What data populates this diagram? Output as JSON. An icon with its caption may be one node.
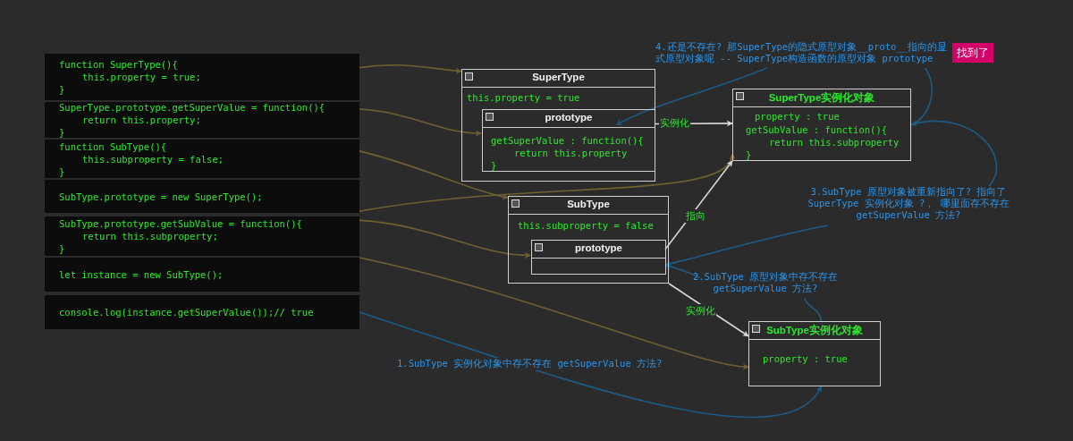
{
  "diagram": {
    "nodes": [
      {
        "text": [
          "function SuperType(){",
          "this.property = true;",
          "}"
        ]
      },
      {
        "text": [
          "SuperType.prototype.getSuperValue = function(){",
          "return this.property;",
          "}"
        ]
      },
      {
        "text": [
          "function SubType(){",
          "this.subproperty = false;",
          "}"
        ]
      },
      {
        "text": [
          "SubType.prototype = new SuperType();"
        ]
      },
      {
        "text": [
          "SubType.prototype.getSubValue = function(){",
          "return this.subproperty;",
          "}"
        ]
      },
      {
        "text": [
          "let instance = new SubType();"
        ]
      },
      {
        "text": [
          "console.log(instance.getSuperValue());// true"
        ]
      },
      {
        "text": [
          "SuperType",
          "this.property = true"
        ]
      },
      {
        "text": [
          "prototype",
          "getSuperValue : function(){",
          "return this.property",
          "}"
        ],
        "in": 7
      },
      {
        "text": [
          "SuperType实例化对象",
          "property : true",
          "getSubValue : function(){",
          "return this.subproperty",
          "}"
        ]
      },
      {
        "text": [
          "SubType",
          "this.subproperty = false"
        ]
      },
      {
        "text": [
          "prototype"
        ],
        "in": 10
      },
      {
        "text": [
          "SubType实例化对象",
          "property : true"
        ]
      },
      {
        "text": [
          "4.还是不存在?  那SuperType的隐式原型对象__proto__指向的显式原型对象呢 -- SuperType构造函数的原型对象 prototype"
        ]
      },
      {
        "text": [
          "找到了"
        ]
      },
      {
        "text": [
          "3.SubType 原型对象被重新指向了? 指向了 SuperType 实例化对象 ?， 哪里面存不存在 getSuperValue 方法?"
        ]
      },
      {
        "text": [
          "2.SubType 原型对象中存不存在 getSuperValue 方法?"
        ]
      }
    ],
    "edges": [
      {
        "from": 0,
        "to": 7,
        "arrow": "to",
        "color": "#6e6130"
      },
      {
        "from": 1,
        "to": 8,
        "arrow": "to",
        "color": "#6e6130"
      },
      {
        "from": 2,
        "to": 10,
        "arrow": "to",
        "color": "#6e6130"
      },
      {
        "from": 3,
        "to": 9,
        "arrow": "to",
        "color": "#6e6130"
      },
      {
        "from": 4,
        "to": 11,
        "arrow": "to",
        "color": "#6e6130"
      },
      {
        "from": 5,
        "to": 12,
        "arrow": "to",
        "color": "#6e6130"
      },
      {
        "from": 8,
        "to": 9,
        "arrow": "to",
        "label": "实例化",
        "color": "#d8d8d8"
      },
      {
        "from": 11,
        "to": 9,
        "arrow": "to",
        "label": "指向",
        "color": "#d8d8d8"
      },
      {
        "from": 10,
        "to": 12,
        "arrow": "to",
        "label": "实例化",
        "color": "#d8d8d8"
      },
      {
        "from": 13,
        "to": 8,
        "arrow": "to",
        "color": "#1d5b85"
      },
      {
        "from": 13,
        "to": 9,
        "arrow": "none",
        "color": "#1d5b85"
      },
      {
        "from": 15,
        "to": 9,
        "arrow": "to",
        "color": "#1d5b85"
      },
      {
        "from": 15,
        "to": 11,
        "arrow": "to",
        "color": "#1d5b85"
      },
      {
        "from": 16,
        "to": 11,
        "arrow": "to",
        "color": "#1d5b85"
      },
      {
        "from": 6,
        "to": 12,
        "arrow": "to",
        "label": "1.SubType 实例化对象中存不存在 getSuperValue 方法?",
        "color": "#1d5b85"
      },
      {
        "from": 12,
        "to": 16,
        "arrow": "none",
        "color": "#1d5b85"
      }
    ]
  }
}
